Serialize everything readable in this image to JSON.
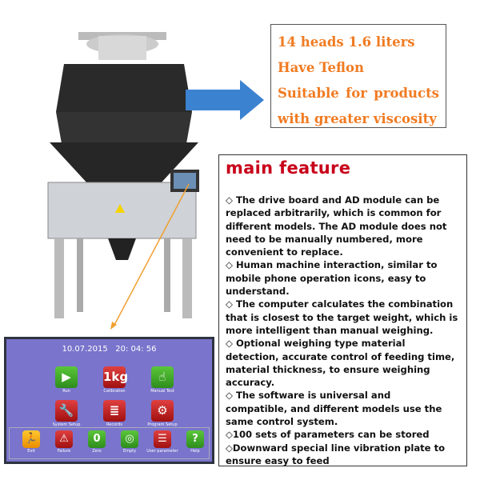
{
  "spec_box": {
    "lines": [
      "14 heads 1.6 liters",
      "Have Teflon"
    ],
    "line3": [
      "Suitable",
      "for",
      "products"
    ],
    "line4": "with greater viscosity"
  },
  "feature_box": {
    "title": "main feature",
    "lines": [
      "◇ The drive board and AD module can be",
      "replaced arbitrarily, which is common for",
      "different models. The AD module does not",
      "need to be manually numbered,   more",
      "convenient to replace.",
      "◇ Human machine interaction, similar to",
      "mobile phone operation icons, easy to",
      "understand.",
      "◇ The computer calculates the combination",
      "that is closest to the target weight, which is",
      "more intelligent than manual weighing.",
      "◇  Optional weighing type material",
      "detection, accurate control of feeding time,",
      "material thickness, to ensure weighing",
      "accuracy.",
      "◇ The software is universal and",
      "compatible, and different models use the",
      "same control system.",
      "◇100 sets of parameters can be stored",
      "◇Downward special line vibration plate to",
      "ensure easy to feed"
    ]
  },
  "hmi": {
    "date": "10.07.2015",
    "time": "20: 04: 56",
    "main_icons": [
      {
        "label": "Run",
        "glyph": "▶"
      },
      {
        "label": "Calibration",
        "glyph": "1kg"
      },
      {
        "label": "Manual Test",
        "glyph": "☝"
      },
      {
        "label": "System Setup",
        "glyph": "🔧"
      },
      {
        "label": "Records",
        "glyph": "≣"
      },
      {
        "label": "Program Setup",
        "glyph": "⚙"
      }
    ],
    "bar_icons": [
      {
        "label": "Exit",
        "glyph": "🏃"
      },
      {
        "label": "Failure",
        "glyph": "⚠"
      },
      {
        "label": "Zero",
        "glyph": "0"
      },
      {
        "label": "Empty",
        "glyph": "◎"
      },
      {
        "label": "User parameter",
        "glyph": "☰"
      },
      {
        "label": "Help",
        "glyph": "?"
      }
    ]
  },
  "colors": {
    "spec_text": "#f07b22",
    "title": "#c8001a",
    "screen": "#7a74cc",
    "arrow": "#3b82d0"
  }
}
